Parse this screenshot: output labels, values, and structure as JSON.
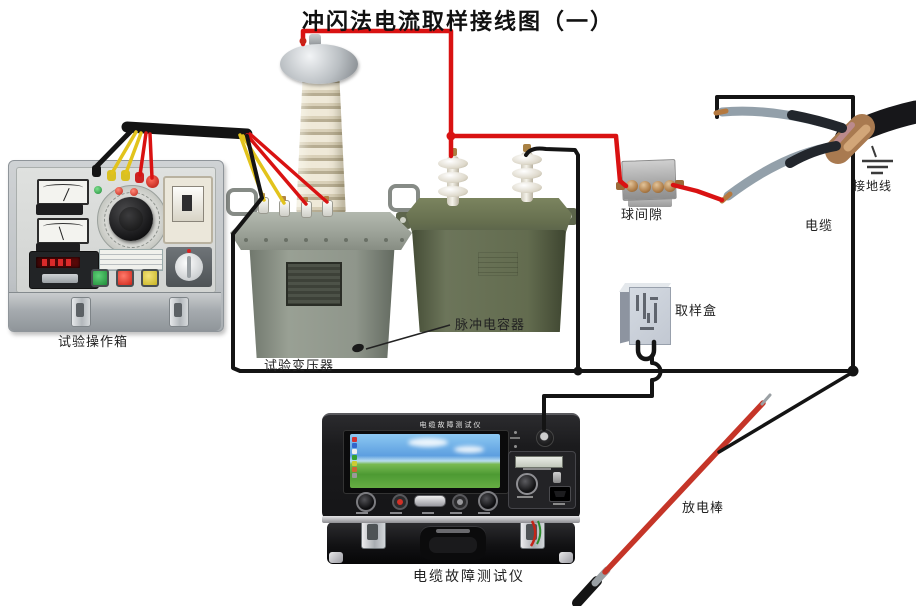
{
  "title": "冲闪法电流取样接线图（一）",
  "components": {
    "operation_box": {
      "label": "试验操作箱"
    },
    "transformer": {
      "label": "试验变压器"
    },
    "capacitor": {
      "label": "脉冲电容器"
    },
    "ball_gap": {
      "label": "球间隙"
    },
    "cable": {
      "label": "电缆"
    },
    "ground": {
      "label": "接地线"
    },
    "sampling_box": {
      "label": "取样盒"
    },
    "discharge_rod": {
      "label": "放电棒"
    },
    "tester": {
      "label": "电缆故障测试仪",
      "header_text": "电缆故障测试仪"
    }
  },
  "colors": {
    "hv_wire_red": "#d91212",
    "wire_yellow": "#e2c31c",
    "wire_black": "#141414",
    "capacitor_olive": "#5d654a",
    "transformer_gray": "#8b9286",
    "bushing_cream": "#e9e2cf",
    "tester_black": "#1b1b1d",
    "rod_red": "#c53528",
    "screen_sky_blue": "#5d9fe0",
    "screen_grass_green": "#4d9a33",
    "brass": "#b08448"
  }
}
